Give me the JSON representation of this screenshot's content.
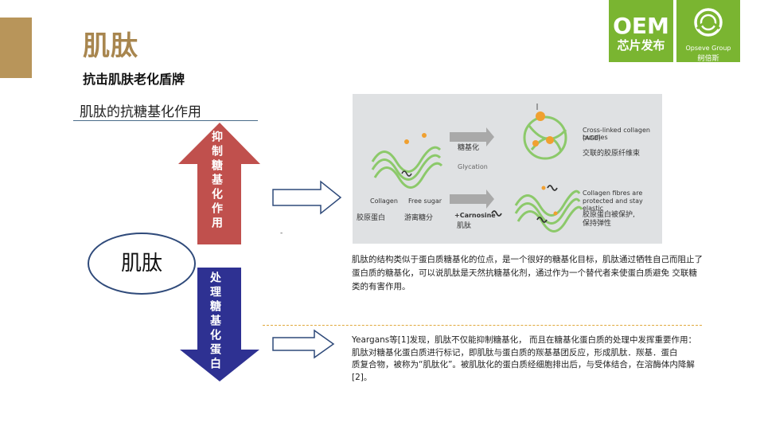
{
  "header": {
    "title": "肌肽",
    "subtitle": "抗击肌肤老化盾牌"
  },
  "logos": {
    "oem_big": "OEM",
    "oem_small": "芯片发布",
    "opseve_en": "Opseve Group",
    "opseve_cn": "舸倍斯"
  },
  "diagram": {
    "section_heading": "肌肽的抗糖基化作用",
    "center_label": "肌肽",
    "up_arrow_label": "抑制糖基化作用",
    "down_arrow_label": "处理糖基化蛋白",
    "dash_mark": "-"
  },
  "illustration": {
    "collagen_en": "Collagen",
    "collagen_cn": "胶原蛋白",
    "free_sugar_en": "Free sugar",
    "free_sugar_cn": "游离糖分",
    "glycation_cn": "糖基化",
    "glycation_en": "Glycation",
    "carnosine_en": "+Carnosine",
    "carnosine_cn": "肌肽",
    "crosslinked_en_1": "Cross-linked collagen bundles",
    "crosslinked_en_2": "(AGE)",
    "crosslinked_cn": "交联的胶原纤维束",
    "protected_en_1": "Collagen fibres are",
    "protected_en_2": "protected and stay elastic",
    "protected_cn_1": "胶原蛋白被保护,",
    "protected_cn_2": "保持弹性"
  },
  "paragraph1": "肌肽的结构类似于蛋白质糖基化的位点，是一个很好的糖基化目标，肌肽通过牺牲自己而阻止了蛋白质的糖基化，可以说肌肽是天然抗糖基化剂，通过作为一个替代者来使蛋白质避免 交联糖类的有害作用。",
  "paragraph2": {
    "line1": "Yeargans等[1]发现，肌肽不仅能抑制糖基化， 而且在糖基化蛋白质的处理中发挥重要作用： 肌肽对糖基化蛋白质进行标记，即肌肽与蛋白质的羰基基团反应，形成肌肽．羰基．蛋白",
    "line2": "质复合物，被称为“肌肽化”。被肌肽化的蛋白质经细胞排出后，与受体结合，在溶酶体内降解[2]。"
  },
  "colors": {
    "gold": "#b8955a",
    "green": "#7ab531",
    "red_arrow": "#c0504d",
    "blue_arrow": "#2e3192",
    "dark_blue": "#2f4a7a",
    "dashed_orange": "#e0a93c"
  }
}
